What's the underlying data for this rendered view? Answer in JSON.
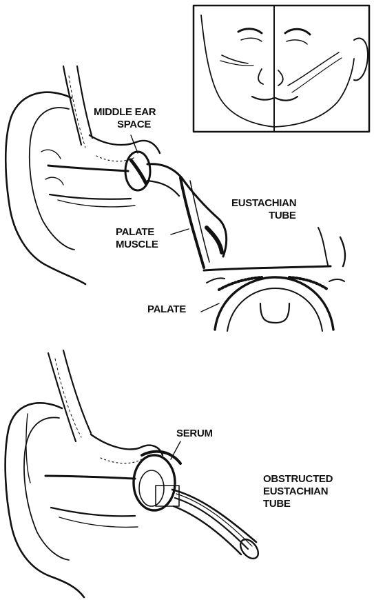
{
  "labels": {
    "middle_ear_space": [
      "MIDDLE EAR",
      "SPACE"
    ],
    "eustachian_tube": [
      "EUSTACHIAN",
      "TUBE"
    ],
    "palate_muscle": [
      "PALATE",
      "MUSCLE"
    ],
    "palate": "PALATE",
    "serum": "SERUM",
    "obstructed_eustachian_tube": [
      "OBSTRUCTED",
      "EUSTACHIAN",
      "TUBE"
    ]
  },
  "colors": {
    "ink": "#111111",
    "fluid": "#ffffff",
    "background": "#ffffff"
  }
}
